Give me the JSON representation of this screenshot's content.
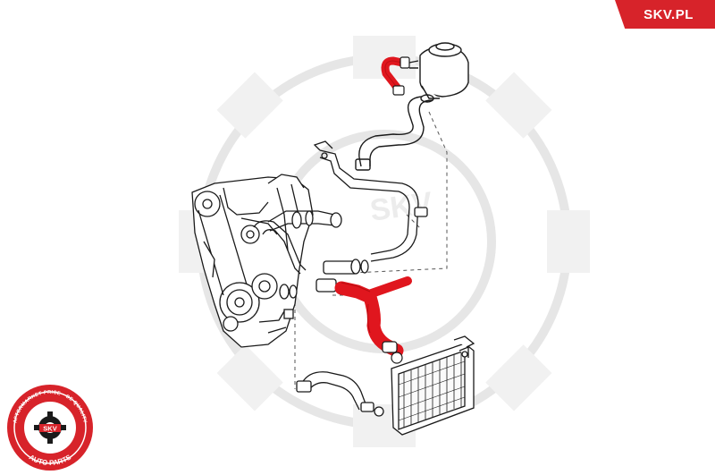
{
  "brand": {
    "tab_text": "SKV.PL",
    "color": "#d7232a"
  },
  "watermark": {
    "text": "SKV"
  },
  "badge": {
    "top_text": "AFTERMARKET PRICE · OE QUALITY",
    "bottom_text": "AUTO PARTS",
    "center_text": "SKV"
  },
  "colors": {
    "highlight_hose": "#e0161e",
    "line_art": "#1a1a1a",
    "watermark": "#e6e6e6"
  }
}
